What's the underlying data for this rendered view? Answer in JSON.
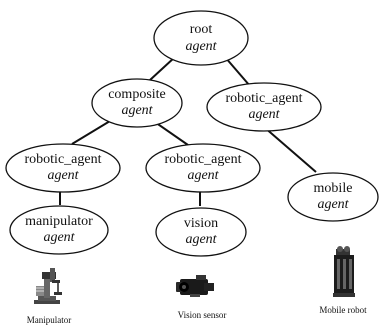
{
  "nodes": {
    "root": {
      "name": "root",
      "type": "agent"
    },
    "composite": {
      "name": "composite",
      "type": "agent"
    },
    "robotic_agent_right": {
      "name": "robotic_agent",
      "type": "agent"
    },
    "robotic_agent_left": {
      "name": "robotic_agent",
      "type": "agent"
    },
    "robotic_agent_mid": {
      "name": "robotic_agent",
      "type": "agent"
    },
    "mobile": {
      "name": "mobile",
      "type": "agent"
    },
    "manipulator": {
      "name": "manipulator",
      "type": "agent"
    },
    "vision": {
      "name": "vision",
      "type": "agent"
    }
  },
  "captions": {
    "manipulator": "Manipulator",
    "vision_sensor": "Vision sensor",
    "mobile_robot": "Mobile robot"
  },
  "colors": {
    "ink": "#111111",
    "background": "#ffffff"
  },
  "icons": [
    "manipulator-robot-icon",
    "vision-sensor-camera-icon",
    "mobile-robot-icon"
  ]
}
